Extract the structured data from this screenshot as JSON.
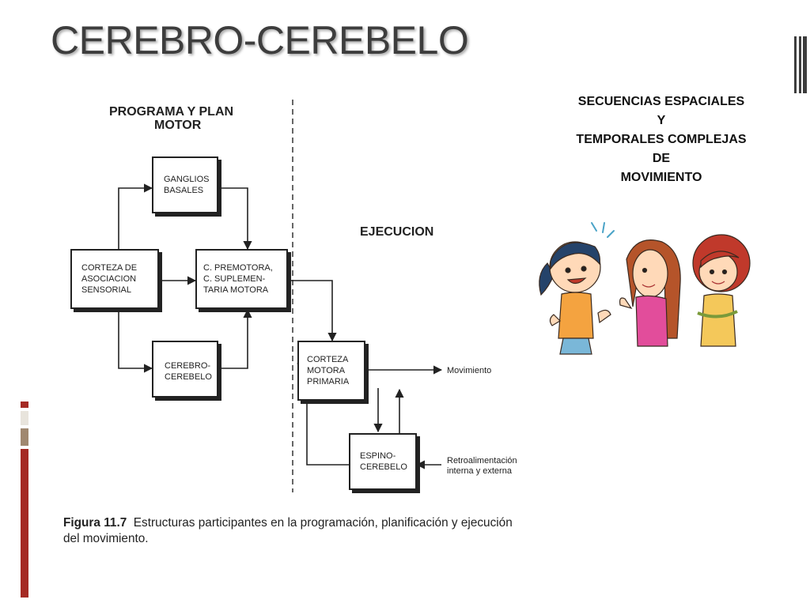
{
  "slide": {
    "title": "CEREBRO-CEREBELO",
    "colors": {
      "title": "#3d3d3d",
      "accent_red": "#a52a24",
      "accent_tan": "#a08870"
    }
  },
  "diagram": {
    "headings": {
      "program_line1": "PROGRAMA Y PLAN",
      "program_line2": "MOTOR",
      "execution": "EJECUCION"
    },
    "boxes": {
      "ganglios": [
        "GANGLIOS",
        "BASALES"
      ],
      "corteza_asociacion": [
        "CORTEZA DE",
        "ASOCIACION",
        "SENSORIAL"
      ],
      "premotora": [
        "C. PREMOTORA,",
        "C. SUPLEMEN-",
        "TARIA MOTORA"
      ],
      "cerebro_cerebelo": [
        "CEREBRO-",
        "CEREBELO"
      ],
      "corteza_motora": [
        "CORTEZA",
        "MOTORA",
        "PRIMARIA"
      ],
      "espino_cerebelo": [
        "ESPINO-",
        "CEREBELO"
      ]
    },
    "labels": {
      "movimiento": "Movimiento",
      "retro_line1": "Retroalimentación",
      "retro_line2": "interna y externa"
    }
  },
  "caption": {
    "figure_label": "Figura 11.7",
    "text": "Estructuras participantes en la programación, planificación y ejecución del movimiento."
  },
  "side_text": {
    "lines": [
      "SECUENCIAS ESPACIALES",
      "Y",
      "TEMPORALES COMPLEJAS",
      "DE",
      "MOVIMIENTO"
    ]
  }
}
